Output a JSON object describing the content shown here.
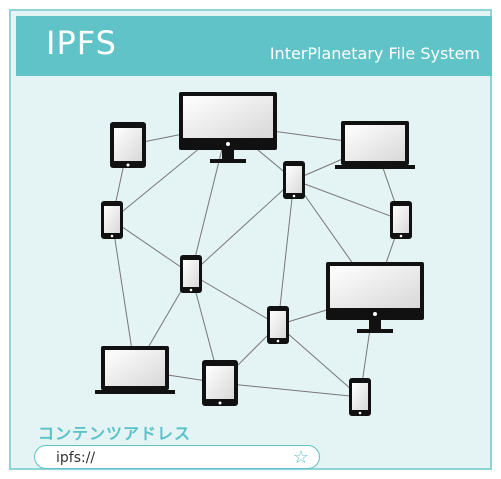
{
  "header": {
    "title": "IPFS",
    "subtitle": "InterPlanetary File System"
  },
  "address": {
    "label": "コンテンツアドレス",
    "value": "ipfs://",
    "star_icon": "☆"
  },
  "colors": {
    "accent": "#5fc3c7",
    "background": "#e4f3f4",
    "device_dark": "#111111",
    "link_line": "#777777"
  },
  "network": {
    "nodes": [
      {
        "id": "tablet-topleft",
        "device": "tablet"
      },
      {
        "id": "monitor-top",
        "device": "monitor"
      },
      {
        "id": "laptop-topright",
        "device": "laptop"
      },
      {
        "id": "phone-center-top",
        "device": "phone"
      },
      {
        "id": "phone-left",
        "device": "phone"
      },
      {
        "id": "phone-right",
        "device": "phone"
      },
      {
        "id": "phone-center",
        "device": "phone"
      },
      {
        "id": "monitor-right",
        "device": "monitor"
      },
      {
        "id": "phone-lower-center",
        "device": "phone"
      },
      {
        "id": "laptop-bottomleft",
        "device": "laptop"
      },
      {
        "id": "tablet-bottom",
        "device": "tablet"
      },
      {
        "id": "phone-bottomright",
        "device": "phone"
      }
    ],
    "links": [
      [
        "tablet-topleft",
        "monitor-top"
      ],
      [
        "tablet-topleft",
        "phone-left"
      ],
      [
        "monitor-top",
        "laptop-topright"
      ],
      [
        "monitor-top",
        "phone-center-top"
      ],
      [
        "monitor-top",
        "phone-left"
      ],
      [
        "monitor-top",
        "phone-center"
      ],
      [
        "laptop-topright",
        "phone-center-top"
      ],
      [
        "laptop-topright",
        "phone-right"
      ],
      [
        "phone-center-top",
        "phone-right"
      ],
      [
        "phone-center-top",
        "phone-center"
      ],
      [
        "phone-center-top",
        "phone-lower-center"
      ],
      [
        "phone-center-top",
        "monitor-right"
      ],
      [
        "phone-left",
        "phone-center"
      ],
      [
        "phone-left",
        "laptop-bottomleft"
      ],
      [
        "phone-right",
        "monitor-right"
      ],
      [
        "phone-center",
        "laptop-bottomleft"
      ],
      [
        "phone-center",
        "tablet-bottom"
      ],
      [
        "phone-center",
        "phone-lower-center"
      ],
      [
        "monitor-right",
        "phone-lower-center"
      ],
      [
        "monitor-right",
        "phone-bottomright"
      ],
      [
        "phone-lower-center",
        "tablet-bottom"
      ],
      [
        "phone-lower-center",
        "phone-bottomright"
      ],
      [
        "laptop-bottomleft",
        "tablet-bottom"
      ],
      [
        "tablet-bottom",
        "phone-bottomright"
      ]
    ]
  }
}
